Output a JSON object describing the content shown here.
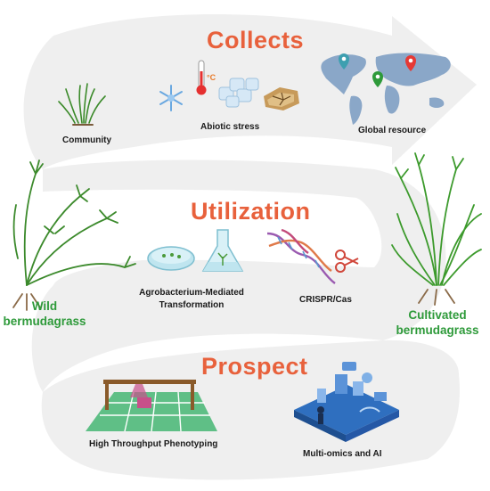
{
  "sections": {
    "collects": "Collects",
    "utilization": "Utilization",
    "prospect": "Prospect"
  },
  "captions": {
    "community": "Community",
    "abiotic_stress": "Abiotic stress",
    "global_resource": "Global resource",
    "agro_line1": "Agrobacterium-Mediated",
    "agro_line2": "Transformation",
    "crispr": "CRISPR/Cas",
    "htp": "High Throughput Phenotyping",
    "omics": "Multi-omics and AI"
  },
  "sides": {
    "wild_line1": "Wild",
    "wild_line2": "bermudagrass",
    "cultivated_line1": "Cultivated",
    "cultivated_line2": "bermudagrass"
  },
  "colors": {
    "section_title": "#e8613c",
    "plant_label": "#2e9a3a",
    "arrow_band": "#efefef"
  }
}
